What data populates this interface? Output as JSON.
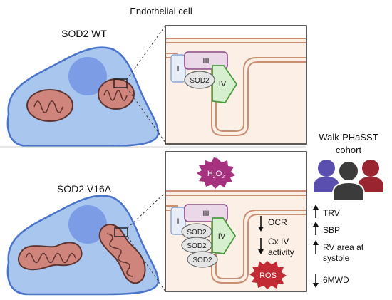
{
  "title": "Endothelial cell",
  "panels": {
    "wt": {
      "label": "SOD2 WT"
    },
    "mutant": {
      "label": "SOD2 V16A"
    }
  },
  "complexes": {
    "c1": "I",
    "c3": "III",
    "c4": "IV",
    "sod2": "SOD2"
  },
  "h2o2": {
    "main": "H",
    "sub1": "2",
    "mid": "O",
    "sub2": "2"
  },
  "ros": "ROS",
  "mito_effects": [
    {
      "direction": "down",
      "lines": [
        "OCR"
      ]
    },
    {
      "direction": "down",
      "lines": [
        "Cx IV",
        "activity"
      ]
    }
  ],
  "cohort": {
    "title_line1": "Walk-PHaSST",
    "title_line2": "cohort",
    "outcomes": [
      {
        "direction": "up",
        "lines": [
          "TRV"
        ]
      },
      {
        "direction": "up",
        "lines": [
          "SBP"
        ]
      },
      {
        "direction": "up",
        "lines": [
          "RV area at",
          "systole"
        ]
      },
      {
        "direction": "down",
        "lines": [
          "6MWD"
        ]
      }
    ]
  },
  "colors": {
    "cell_fill": "#a9c6ef",
    "cell_stroke": "#4a74c9",
    "nucleus": "#7c9ce6",
    "mito_fill": "#d0857c",
    "mito_stroke": "#5e3430",
    "matrix_bg": "#fcefe6",
    "membrane": "#c98f72",
    "complex1": "#e7eef8",
    "complex3": "#ead7e8",
    "complex3_stroke": "#8a4a86",
    "complex4": "#d6efcf",
    "complex4_stroke": "#4a9a3e",
    "sod2": "#e5e5e5",
    "h2o2": "#a6317e",
    "ros": "#c22a34",
    "person_left": "#5a4fae",
    "person_center": "#3b3b3b",
    "person_right": "#9a2430"
  },
  "icons": [
    "cells-icon",
    "mitochondrion-icon",
    "zoom-box-icon",
    "starburst-icon",
    "people-icon",
    "arrow-up-icon",
    "arrow-down-icon"
  ]
}
